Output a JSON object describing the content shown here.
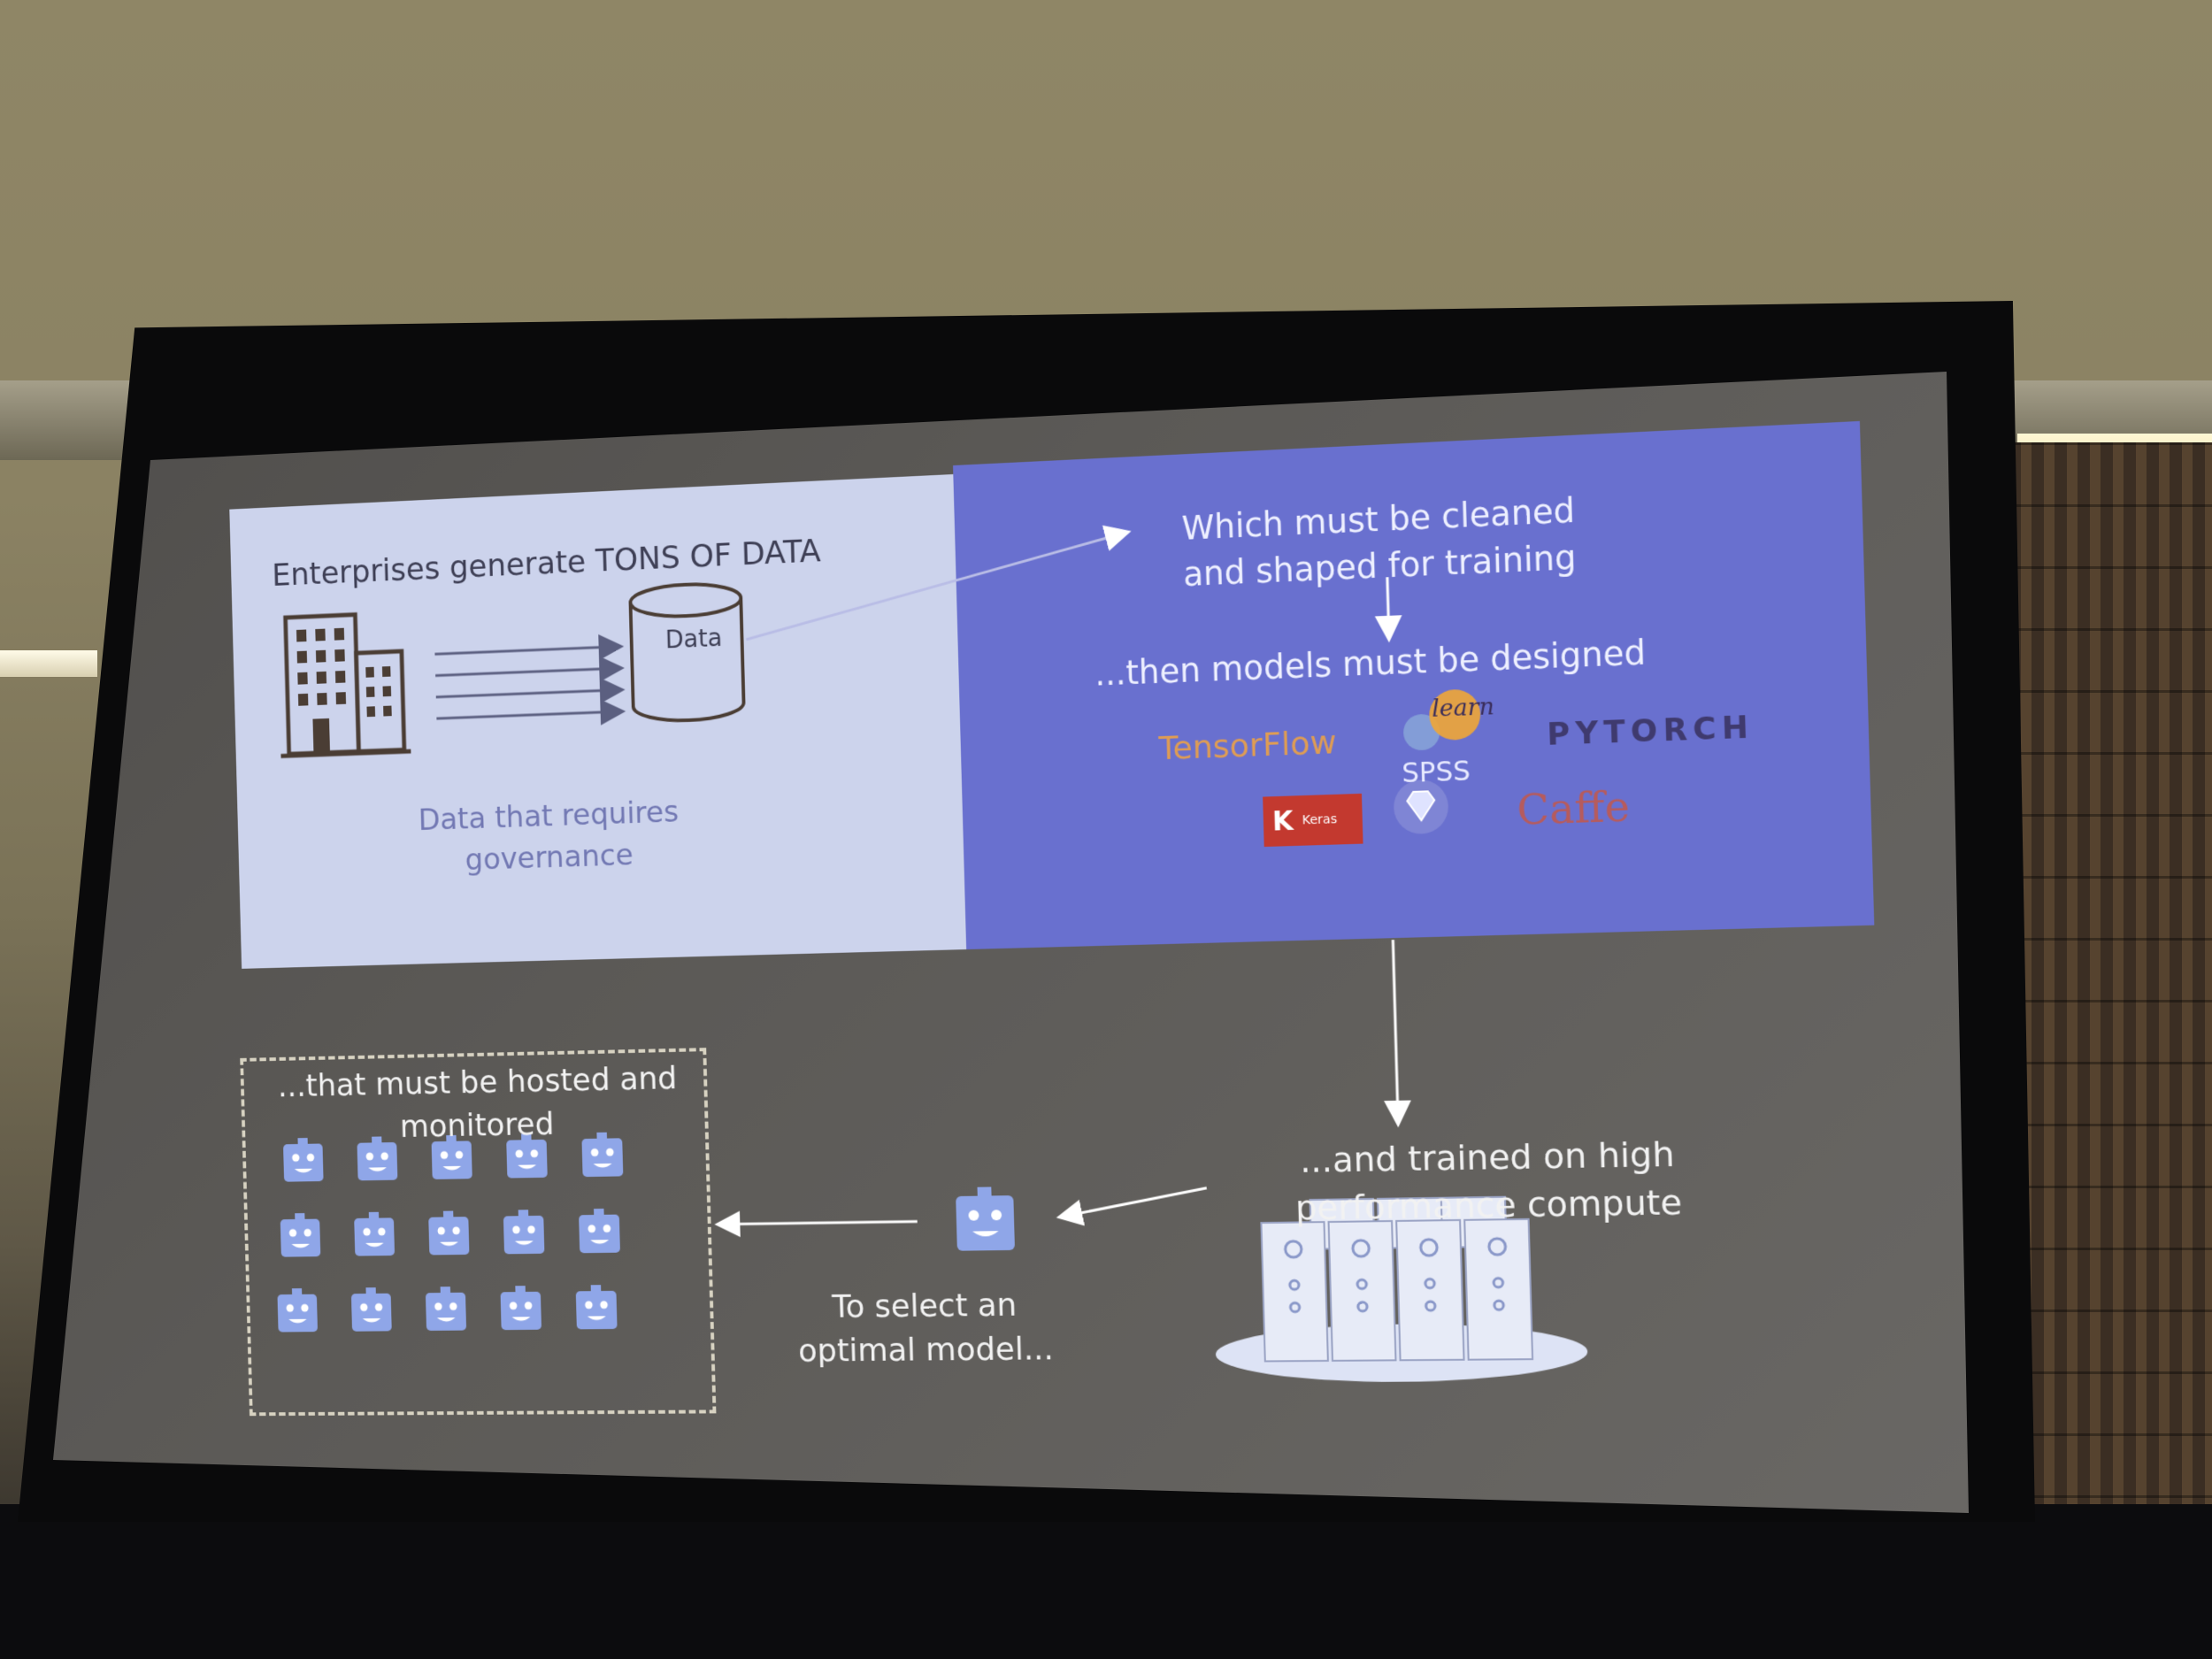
{
  "slide": {
    "headline": "Enterprises generate TONS OF DATA",
    "data_label": "Data",
    "governance": "Data that requires governance",
    "cleaned": "Which must be cleaned and shaped for training",
    "designed": "...then models must be designed",
    "frameworks": {
      "tensorflow": "TensorFlow",
      "pytorch": "PYTORCH",
      "spss": "SPSS",
      "keras_k": "K",
      "keras": "Keras",
      "caffe": "Caffe",
      "sklearn": "learn"
    },
    "hosted": "...that must be hosted and monitored",
    "select": "To select an optimal model...",
    "trained": "...and trained on high performance compute"
  },
  "colors": {
    "left_box": "#ccd3ec",
    "right_box": "#6970cf",
    "robot": "#8fa6e8",
    "arrow": "#ffffff"
  }
}
